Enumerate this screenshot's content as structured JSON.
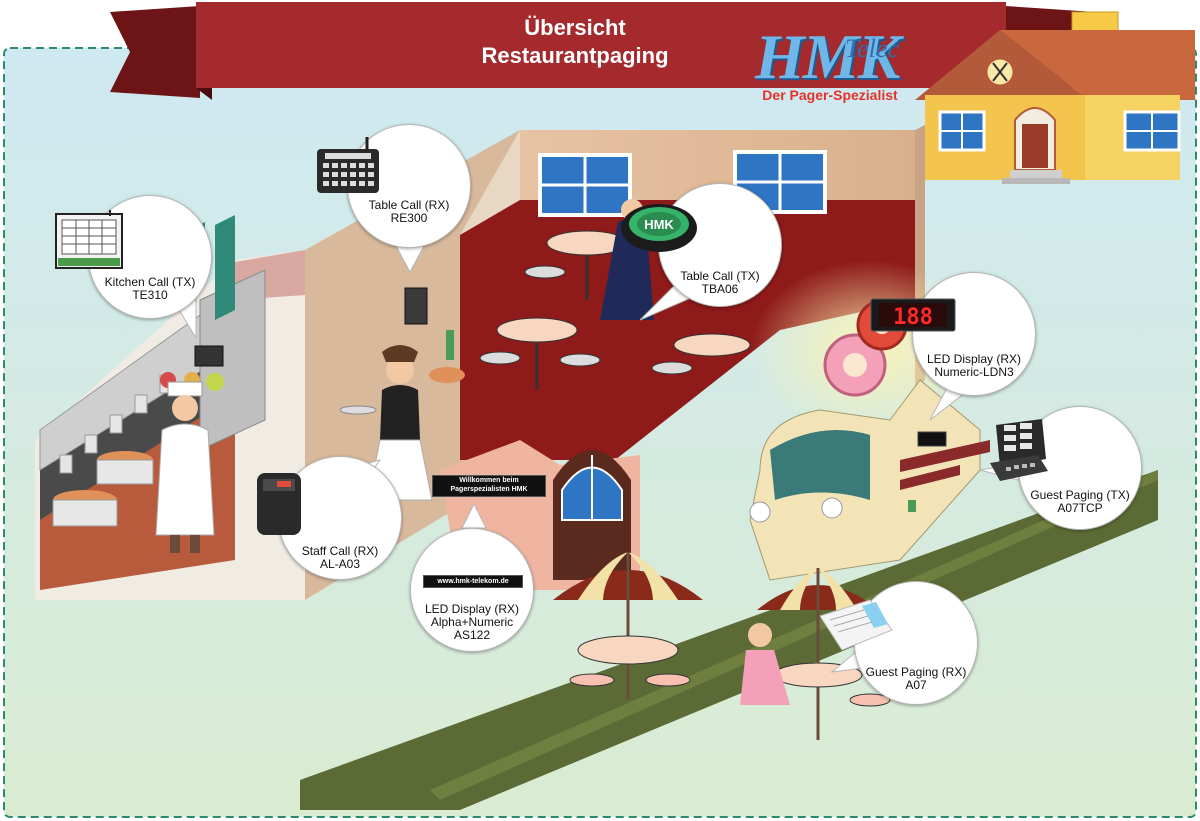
{
  "header": {
    "title_line1": "Übersicht",
    "title_line2": "Restaurantpaging"
  },
  "logo": {
    "main": "HMK",
    "sub": "Telec",
    "tagline": "Der Pager-Spezialist"
  },
  "devices": [
    {
      "id": "kitchen-call",
      "line1": "Kitchen Call (TX)",
      "line2": "TE310",
      "line3": ""
    },
    {
      "id": "table-call-rx",
      "line1": "Table Call (RX)",
      "line2": "RE300",
      "line3": ""
    },
    {
      "id": "table-call-tx",
      "line1": "Table Call (TX)",
      "line2": "TBA06",
      "line3": ""
    },
    {
      "id": "led-numeric",
      "line1": "LED Display (RX)",
      "line2": "Numeric-LDN3",
      "line3": ""
    },
    {
      "id": "guest-paging-tx",
      "line1": "Guest Paging (TX)",
      "line2": "A07TCP",
      "line3": ""
    },
    {
      "id": "staff-call",
      "line1": "Staff Call (RX)",
      "line2": "AL-A03",
      "line3": ""
    },
    {
      "id": "led-alpha",
      "line1": "LED Display (RX)",
      "line2": "Alpha+Numeric",
      "line3": "AS122"
    },
    {
      "id": "guest-paging-rx",
      "line1": "Guest Paging (RX)",
      "line2": "A07",
      "line3": ""
    }
  ],
  "scene_text": {
    "led_digits": "188",
    "ticker_line1": "Willkommen beim",
    "ticker_line2": "Pagerspezialisten HMK",
    "website": "www.hmk-telekom.de",
    "device_brand": "HMK"
  },
  "colors": {
    "banner": "#a52a2e",
    "banner_dark": "#6d1417",
    "background": "#cfe8d8",
    "border": "#2f8a6a",
    "floor": "#8e1a1a",
    "grass": "#5c6b35"
  }
}
